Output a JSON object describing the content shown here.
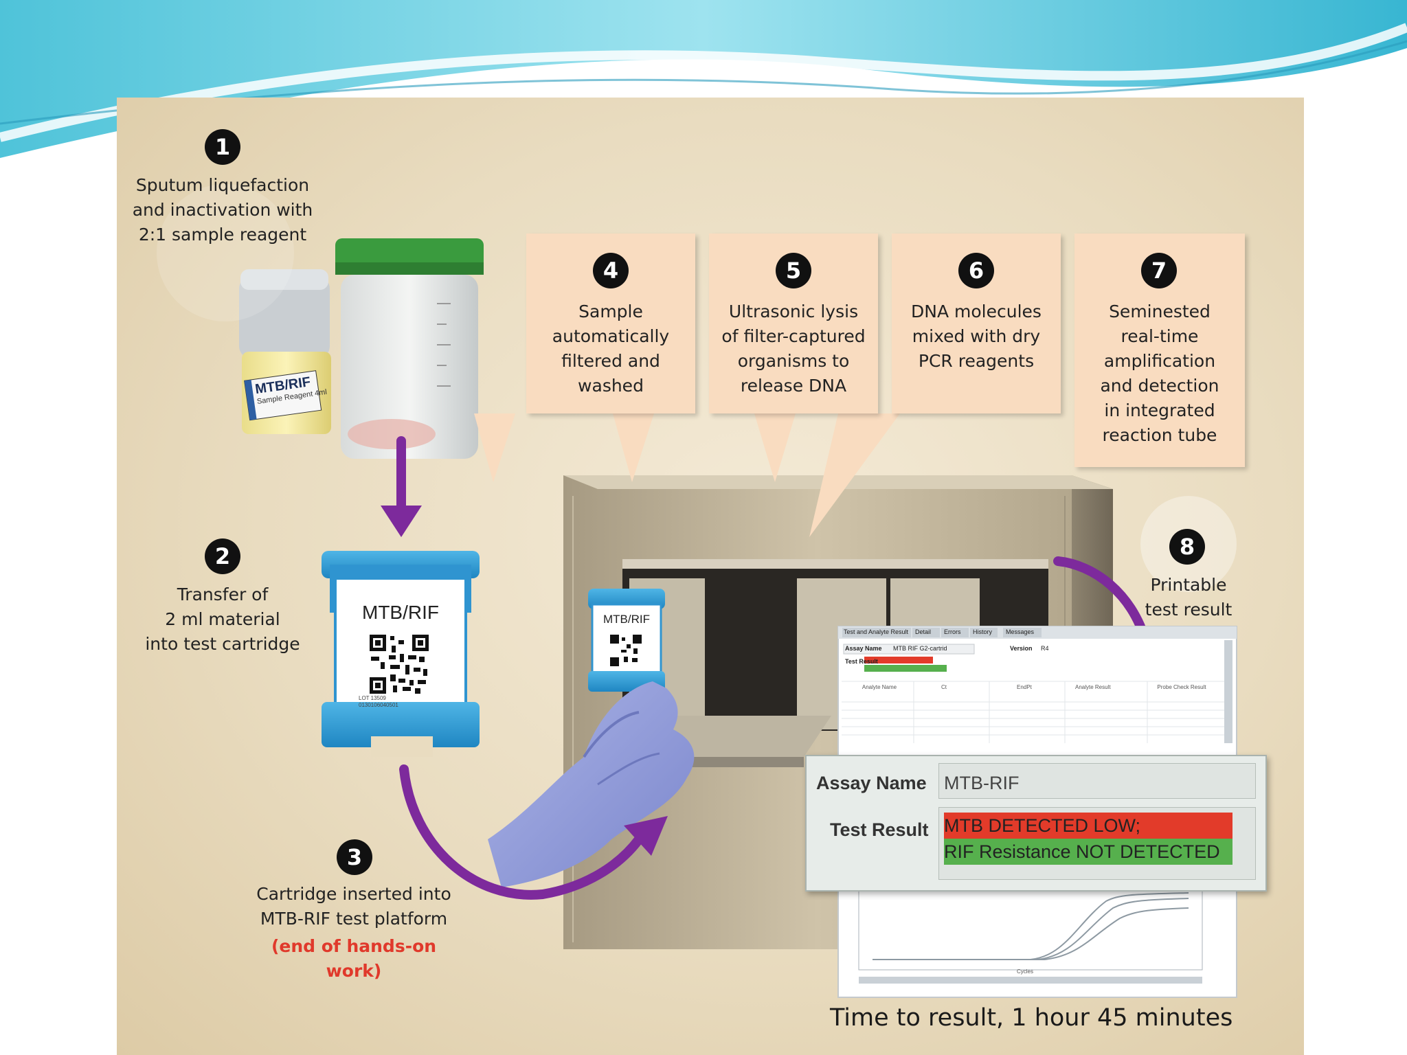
{
  "steps": {
    "s1": {
      "num": "1",
      "text": "Sputum liquefaction\nand inactivation with\n2:1 sample reagent"
    },
    "s2": {
      "num": "2",
      "text": "Transfer of\n2 ml material\ninto test cartridge"
    },
    "s3": {
      "num": "3",
      "text": "Cartridge inserted into\nMTB-RIF test platform",
      "note": "(end of hands-on work)"
    },
    "s4": {
      "num": "4",
      "text": "Sample\nautomatically\nfiltered and\nwashed"
    },
    "s5": {
      "num": "5",
      "text": "Ultrasonic lysis\nof filter-captured\norganisms to\nrelease DNA"
    },
    "s6": {
      "num": "6",
      "text": "DNA molecules\nmixed with dry\nPCR reagents"
    },
    "s7": {
      "num": "7",
      "text": "Seminested\nreal-time\namplification\nand detection\nin integrated\nreaction tube"
    },
    "s8": {
      "num": "8",
      "text": "Printable\ntest result"
    }
  },
  "reagent_bottle": {
    "label": "MTB/RIF",
    "sublabel": "Sample Reagent 4ml"
  },
  "cartridge": {
    "label": "MTB/RIF",
    "lot": "LOT 13509",
    "code": "0130106040501"
  },
  "small_cartridge": {
    "label": "MTB/RIF"
  },
  "result_panel": {
    "assay_label": "Assay Name",
    "assay_value": "MTB-RIF",
    "result_label": "Test Result",
    "result_line1": "MTB DETECTED LOW;",
    "result_line2": "RIF Resistance NOT DETECTED"
  },
  "software_window": {
    "tabs": [
      "Test and Analyte Result",
      "Detail",
      "Errors",
      "History",
      "Messages"
    ],
    "assay_label": "Assay Name",
    "assay_value": "MTB RIF G2-cartrid",
    "version_label": "Version",
    "version_value": "R4",
    "result_label": "Test Result",
    "columns": [
      "Analyte Name",
      "Ct",
      "EndPt",
      "Analyte Result",
      "Probe Check Result"
    ],
    "chart_x_label": "Cycles"
  },
  "caption": "Time to result, 1 hour 45 minutes",
  "colors": {
    "step_circle": "#111111",
    "callout_bg": "#f9dcc0",
    "arrow_purple": "#7d2a9c",
    "result_red": "#e23b2a",
    "result_green": "#56b04d",
    "note_red": "#e0392b"
  }
}
